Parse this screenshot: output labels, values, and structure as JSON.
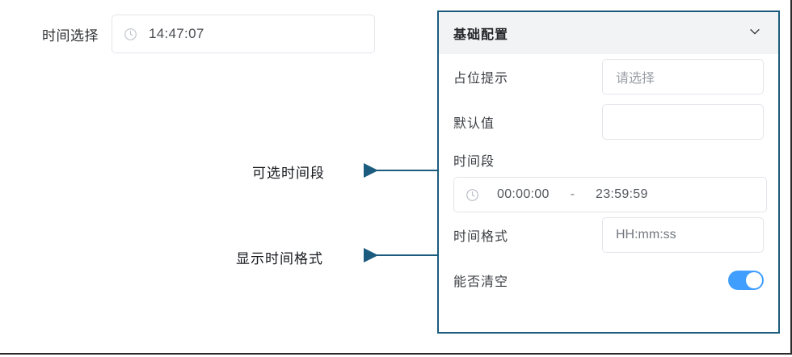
{
  "preview": {
    "label": "时间选择",
    "time_value": "14:47:07",
    "clock_icon": "clock-icon"
  },
  "annotations": [
    {
      "name": "annotation-time-range",
      "text": "可选时间段",
      "arrow_icon": "arrow-left-icon"
    },
    {
      "name": "annotation-time-format",
      "text": "显示时间格式",
      "arrow_icon": "arrow-left-icon"
    }
  ],
  "panel": {
    "title": "基础配置",
    "collapse_icon": "chevron-down-icon",
    "fields": {
      "placeholder_row": {
        "label": "占位提示",
        "value": "请选择"
      },
      "default_row": {
        "label": "默认值",
        "value": ""
      },
      "range_row": {
        "label": "时间段",
        "clock_icon": "clock-icon",
        "start": "00:00:00",
        "separator": "-",
        "end": "23:59:59"
      },
      "format_row": {
        "label": "时间格式",
        "value": "HH:mm:ss"
      },
      "clearable_row": {
        "label": "能否清空",
        "toggle_on": true
      }
    }
  },
  "colors": {
    "panel_border": "#1b5c7e",
    "arrow": "#1b5c7e",
    "toggle_on": "#409eff",
    "header_bg": "#f2f3f5",
    "input_border": "#e3e5ea"
  }
}
